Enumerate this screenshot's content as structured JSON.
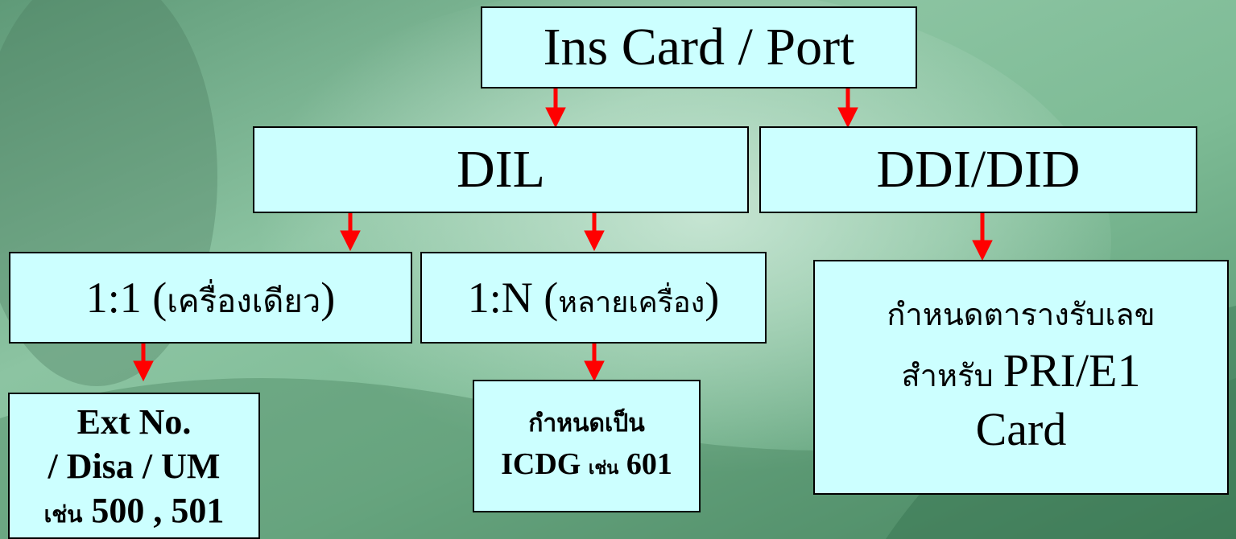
{
  "diagram": {
    "root": "Ins Card / Port",
    "dil": "DIL",
    "ddi": "DDI/DID",
    "one_to_one": {
      "prefix": "1:1 (",
      "thai": "เครื่องเดียว",
      "suffix": ")"
    },
    "one_to_n": {
      "prefix": "1:N (",
      "thai": "หลายเครื่อง",
      "suffix": ")"
    },
    "ext_box": {
      "line1": "Ext No.",
      "line2": "/ Disa / UM",
      "line3_thai": "เช่น",
      "line3_num": " 500 , 501"
    },
    "icdg_box": {
      "line1": "กำหนดเป็น",
      "line2_en": "ICDG ",
      "line2_thai": "เช่น",
      "line2_num": " 601"
    },
    "pri_box": {
      "line1": "กำหนดตารางรับเลข",
      "line2_thai": "สำหรับ ",
      "line2_en": "PRI/E1",
      "line3": "Card"
    }
  },
  "colors": {
    "box_fill": "#ccffff",
    "arrow": "#ff0000",
    "background": "#6fa88a"
  }
}
